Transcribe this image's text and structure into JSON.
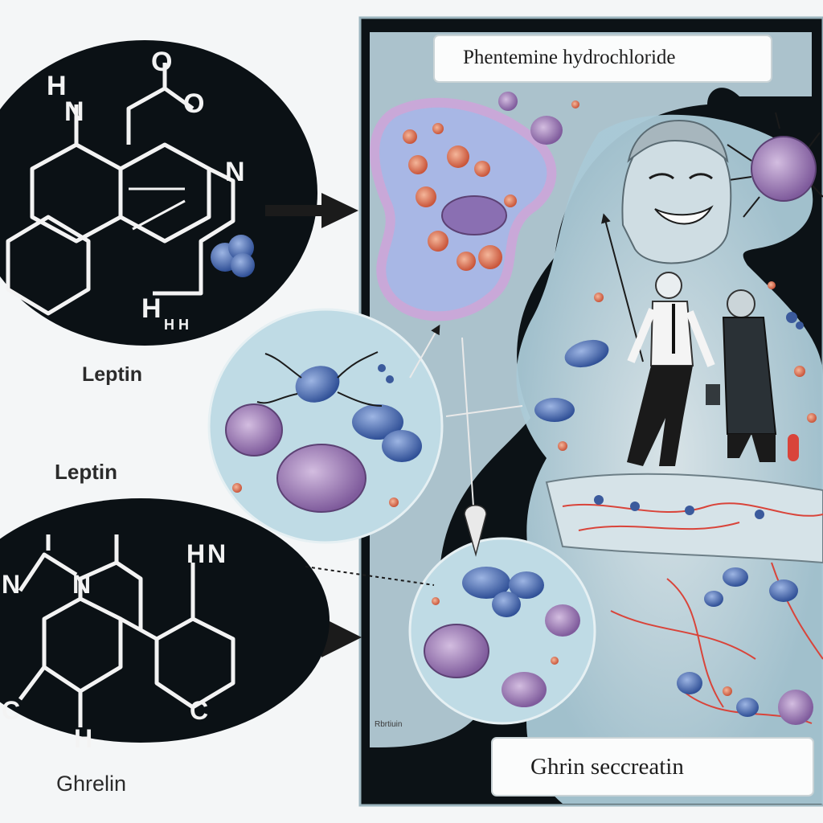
{
  "header": {
    "title": "Phentemine hydrochloride"
  },
  "footer": {
    "caption": "Ghrin seccreatin"
  },
  "labels": {
    "leptin_top": "Leptin",
    "leptin_mid": "Leptin",
    "ghrelin": "Ghrelin",
    "signature": "Rbrtiuin"
  },
  "molecule_top": {
    "atoms": [
      "H",
      "N",
      "O",
      "O",
      "N",
      "H",
      "H",
      "H"
    ]
  },
  "molecule_bottom": {
    "atoms": [
      "N",
      "N",
      "H",
      "N",
      "C",
      "C",
      "H"
    ]
  },
  "colors": {
    "dark_bg": "#0d1418",
    "light_blue": "#c5dde6",
    "cell_purple": "#9e7fb6",
    "cell_blue": "#4b6fb3",
    "vessel_red": "#d9443a"
  }
}
